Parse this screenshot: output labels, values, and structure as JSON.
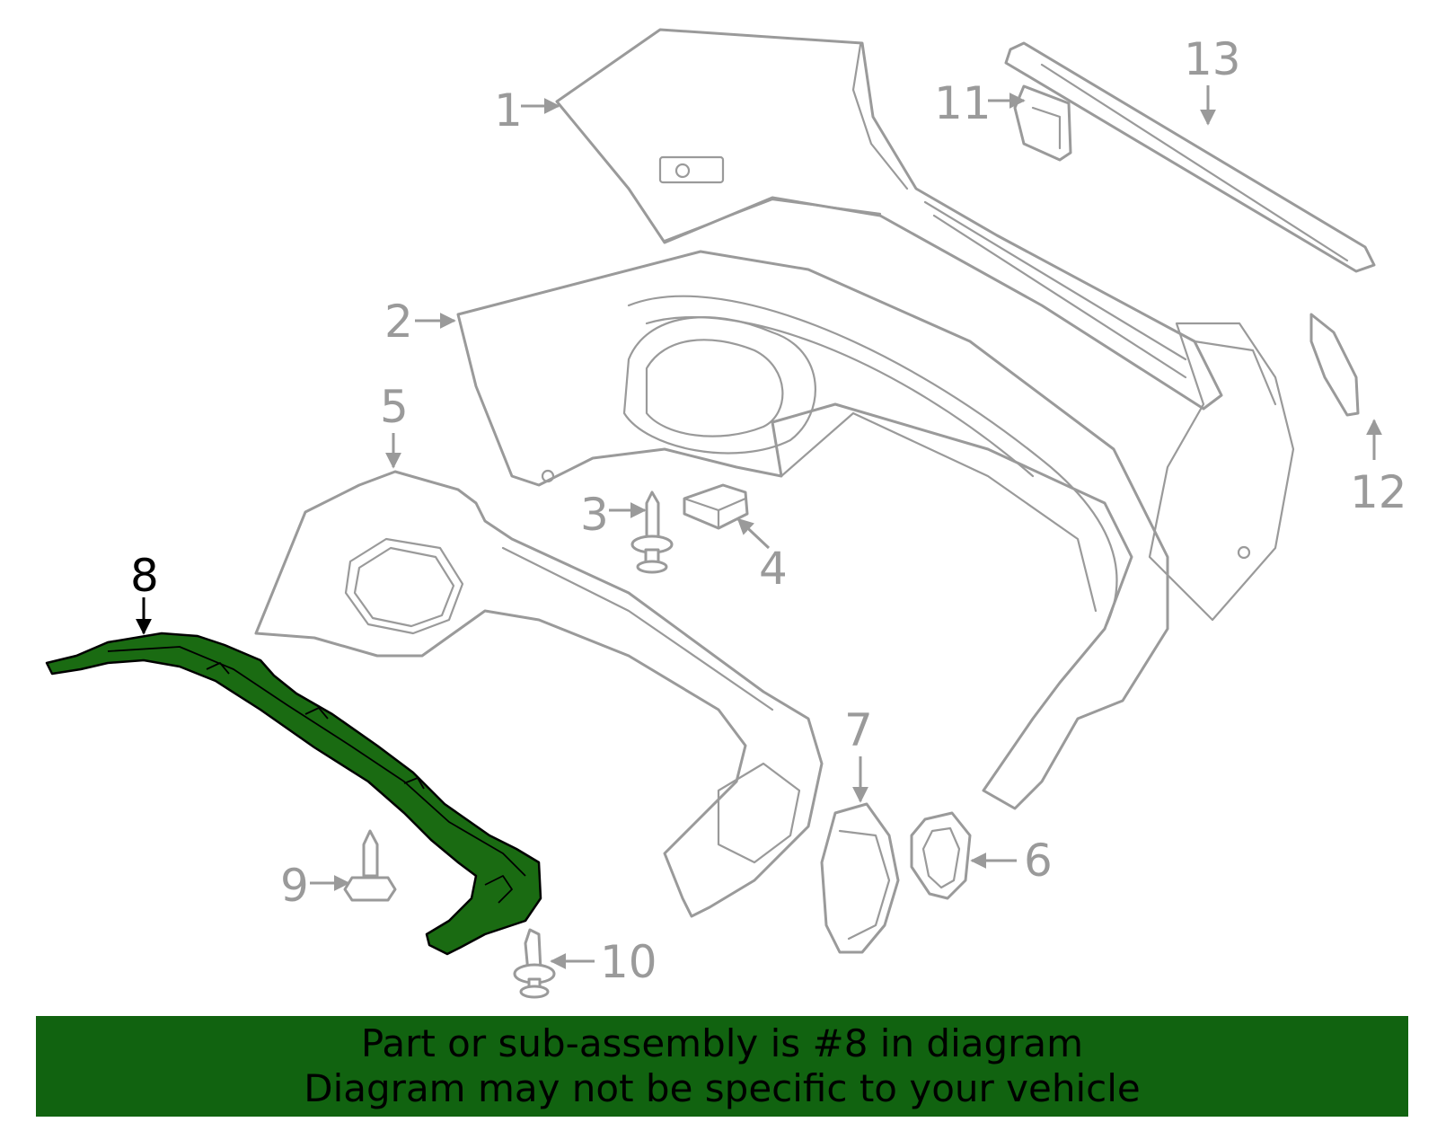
{
  "callouts": {
    "c1": "1",
    "c2": "2",
    "c3": "3",
    "c4": "4",
    "c5": "5",
    "c6": "6",
    "c7": "7",
    "c8": "8",
    "c9": "9",
    "c10": "10",
    "c11": "11",
    "c12": "12",
    "c13": "13"
  },
  "highlighted_part": "8",
  "colors": {
    "highlight_fill": "#1a6b12",
    "banner_bg": "#116310",
    "outline": "#9a9a9a",
    "text_active": "#000000"
  },
  "banner": {
    "line1": "Part or sub-assembly is #8 in diagram",
    "line2": "Diagram may not be specific to your vehicle"
  }
}
